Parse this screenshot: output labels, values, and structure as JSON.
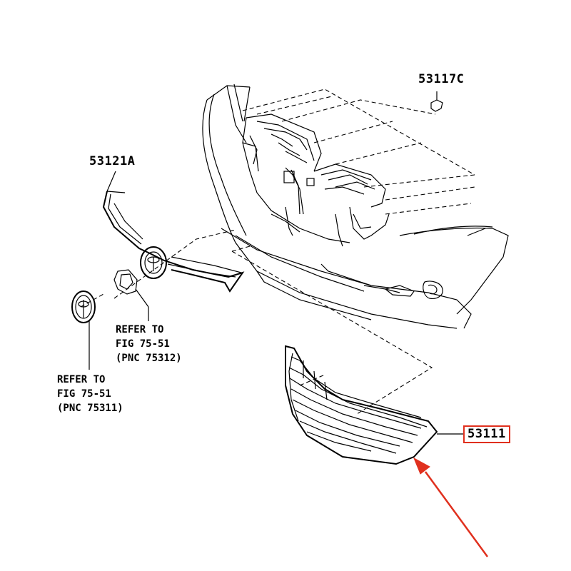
{
  "labels": {
    "clip": "53117C",
    "upper_molding": "53121A",
    "grille": "53111"
  },
  "references": {
    "emblem_upper": [
      "REFER TO",
      "FIG 75-51",
      "(PNC 75312)"
    ],
    "emblem_lower": [
      "REFER TO",
      "FIG 75-51",
      "(PNC 75311)"
    ]
  },
  "colors": {
    "highlight": "#e0301e",
    "line": "#000000",
    "background": "#ffffff"
  }
}
